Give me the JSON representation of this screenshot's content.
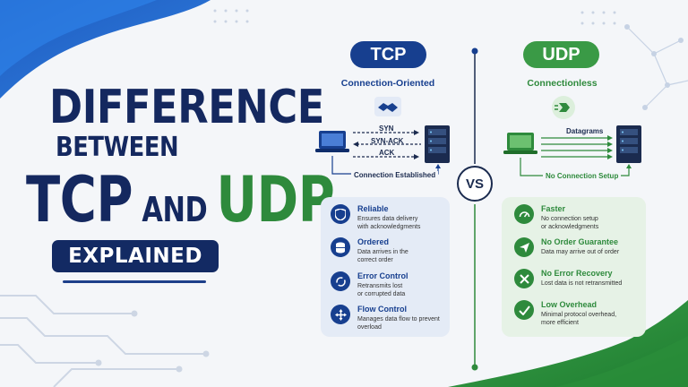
{
  "title": {
    "line1": "DIFFERENCE",
    "line2": "BETWEEN",
    "tcp": "TCP",
    "and": "AND",
    "udp": "UDP",
    "badge": "EXPLAINED"
  },
  "tcp": {
    "pill": "TCP",
    "subtitle": "Connection-Oriented",
    "handshake": [
      "SYN",
      "SYN-ACK",
      "ACK"
    ],
    "status": "Connection Established",
    "features": [
      {
        "title": "Reliable",
        "desc": [
          "Ensures data delivery",
          "with acknowledgments"
        ],
        "icon": "shield-icon"
      },
      {
        "title": "Ordered",
        "desc": [
          "Data arrives in the",
          "correct order"
        ],
        "icon": "database-icon"
      },
      {
        "title": "Error Control",
        "desc": [
          "Retransmits lost",
          "or corrupted data"
        ],
        "icon": "refresh-icon"
      },
      {
        "title": "Flow Control",
        "desc": [
          "Manages data flow to prevent",
          "overload"
        ],
        "icon": "flow-icon"
      }
    ]
  },
  "vs": "VS",
  "udp": {
    "pill": "UDP",
    "subtitle": "Connectionless",
    "datagrams": "Datagrams",
    "status": "No Connection Setup",
    "features": [
      {
        "title": "Faster",
        "desc": [
          "No connection setup",
          "or acknowledgments"
        ],
        "icon": "speedometer-icon"
      },
      {
        "title": "No Order Guarantee",
        "desc": [
          "Data may arrive out of order"
        ],
        "icon": "paper-plane-icon"
      },
      {
        "title": "No Error Recovery",
        "desc": [
          "Lost data is not retransmitted"
        ],
        "icon": "x-icon"
      },
      {
        "title": "Low Overhead",
        "desc": [
          "Minimal protocol overhead,",
          "more efficient"
        ],
        "icon": "check-icon"
      }
    ]
  },
  "colors": {
    "navy": "#14285f",
    "tcp_blue": "#173f8f",
    "udp_green": "#2e8a3c"
  }
}
